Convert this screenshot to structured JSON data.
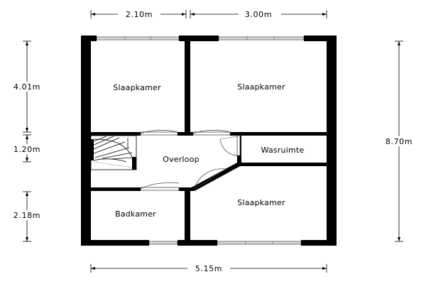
{
  "dimensions": {
    "top_left": "2.10m",
    "top_right": "3.00m",
    "left_upper": "4.01m",
    "left_middle": "1.20m",
    "left_lower": "2.18m",
    "right_total": "8.70m",
    "bottom_total": "5.15m"
  },
  "rooms": {
    "bedroom_top_left": "Slaapkamer",
    "bedroom_top_right": "Slaapkamer",
    "laundry": "Wasruimte",
    "landing": "Overloop",
    "bathroom": "Badkamer",
    "bedroom_bottom_right": "Slaapkamer"
  }
}
